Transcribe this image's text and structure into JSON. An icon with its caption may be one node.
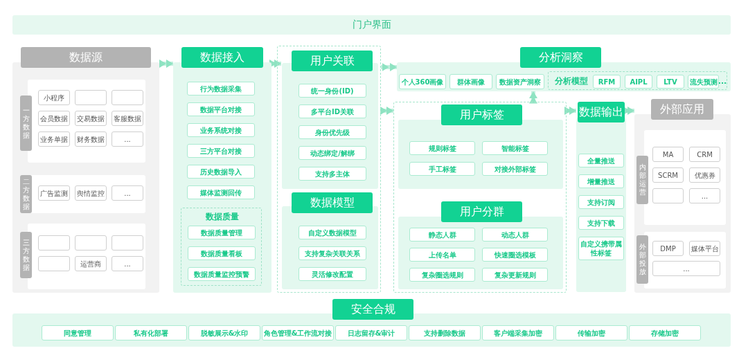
{
  "diagram": {
    "nodes": [
      {
        "text": [
          "门户界面"
        ]
      },
      {
        "text": [
          "数据源"
        ]
      },
      {
        "text": [
          "一方数据"
        ],
        "in": 1
      },
      {
        "text": [
          "小程序"
        ],
        "in": 2
      },
      {
        "text": [],
        "shape": "box",
        "in": 2
      },
      {
        "text": [],
        "shape": "box",
        "in": 2
      },
      {
        "text": [
          "会员数据"
        ],
        "in": 2
      },
      {
        "text": [
          "交易数据"
        ],
        "in": 2
      },
      {
        "text": [
          "客服数据"
        ],
        "in": 2
      },
      {
        "text": [
          "业务单据"
        ],
        "in": 2
      },
      {
        "text": [
          "财务数据"
        ],
        "in": 2
      },
      {
        "text": [
          "..."
        ],
        "in": 2
      },
      {
        "text": [
          "二方数据"
        ],
        "in": 1
      },
      {
        "text": [
          "广告监测"
        ],
        "in": 12
      },
      {
        "text": [
          "舆情监控"
        ],
        "in": 12
      },
      {
        "text": [
          "..."
        ],
        "in": 12
      },
      {
        "text": [
          "三方数据"
        ],
        "in": 1
      },
      {
        "text": [],
        "shape": "box",
        "in": 16
      },
      {
        "text": [],
        "shape": "box",
        "in": 16
      },
      {
        "text": [],
        "shape": "box",
        "in": 16
      },
      {
        "text": [],
        "shape": "box",
        "in": 16
      },
      {
        "text": [
          "运营商"
        ],
        "in": 16
      },
      {
        "text": [
          "..."
        ],
        "in": 16
      },
      {
        "text": [
          "数据接入"
        ]
      },
      {
        "text": [
          "行为数据采集"
        ],
        "in": 23
      },
      {
        "text": [
          "数据平台对接"
        ],
        "in": 23
      },
      {
        "text": [
          "业务系统对接"
        ],
        "in": 23
      },
      {
        "text": [
          "三方平台对接"
        ],
        "in": 23
      },
      {
        "text": [
          "历史数据导入"
        ],
        "in": 23
      },
      {
        "text": [
          "媒体监测回传"
        ],
        "in": 23
      },
      {
        "text": [
          "数据质量"
        ],
        "in": 23
      },
      {
        "text": [
          "数据质量管理"
        ],
        "in": 30
      },
      {
        "text": [
          "数据质量看板"
        ],
        "in": 30
      },
      {
        "text": [
          "数据质量监控预警"
        ],
        "in": 30
      },
      {
        "text": [],
        "shape": "box"
      },
      {
        "text": [
          "用户关联"
        ],
        "in": 34
      },
      {
        "text": [
          "统一身份(ID)"
        ],
        "in": 35
      },
      {
        "text": [
          "多平台ID关联"
        ],
        "in": 35
      },
      {
        "text": [
          "身份优先级"
        ],
        "in": 35
      },
      {
        "text": [
          "动态绑定/解绑"
        ],
        "in": 35
      },
      {
        "text": [
          "支持多主体"
        ],
        "in": 35
      },
      {
        "text": [
          "数据模型"
        ],
        "in": 34
      },
      {
        "text": [
          "自定义数据模型"
        ],
        "in": 41
      },
      {
        "text": [
          "支持复杂关联关系"
        ],
        "in": 41
      },
      {
        "text": [
          "灵活修改配置"
        ],
        "in": 41
      },
      {
        "text": [
          "分析洞察"
        ]
      },
      {
        "text": [
          "个人360画像"
        ],
        "in": 45
      },
      {
        "text": [
          "群体画像"
        ],
        "in": 45
      },
      {
        "text": [
          "数据资产洞察"
        ],
        "in": 45
      },
      {
        "text": [
          "分析模型",
          "..."
        ],
        "in": 45
      },
      {
        "text": [
          "RFM"
        ],
        "in": 49
      },
      {
        "text": [
          "AIPL"
        ],
        "in": 49
      },
      {
        "text": [
          "LTV"
        ],
        "in": 49
      },
      {
        "text": [
          "流失预测"
        ],
        "in": 49
      },
      {
        "text": [],
        "shape": "box"
      },
      {
        "text": [
          "用户标签"
        ],
        "in": 54
      },
      {
        "text": [
          "规则标签"
        ],
        "in": 55
      },
      {
        "text": [
          "智能标签"
        ],
        "in": 55
      },
      {
        "text": [
          "手工标签"
        ],
        "in": 55
      },
      {
        "text": [
          "对接外部标签"
        ],
        "in": 55
      },
      {
        "text": [
          "用户分群"
        ],
        "in": 54
      },
      {
        "text": [
          "静态人群"
        ],
        "in": 60
      },
      {
        "text": [
          "动态人群"
        ],
        "in": 60
      },
      {
        "text": [
          "上传名单"
        ],
        "in": 60
      },
      {
        "text": [
          "快速圈选模板"
        ],
        "in": 60
      },
      {
        "text": [
          "复杂圈选规则"
        ],
        "in": 60
      },
      {
        "text": [
          "复杂更新规则"
        ],
        "in": 60
      },
      {
        "text": [
          "数据输出"
        ]
      },
      {
        "text": [
          "全量推送"
        ],
        "in": 67
      },
      {
        "text": [
          "增量推送"
        ],
        "in": 67
      },
      {
        "text": [
          "支持订阅"
        ],
        "in": 67
      },
      {
        "text": [
          "支持下载"
        ],
        "in": 67
      },
      {
        "text": [
          "自定义携带属性标签"
        ],
        "in": 67
      },
      {
        "text": [
          "外部应用"
        ]
      },
      {
        "text": [
          "内部运营"
        ],
        "in": 73
      },
      {
        "text": [
          "MA"
        ],
        "in": 74
      },
      {
        "text": [
          "CRM"
        ],
        "in": 74
      },
      {
        "text": [
          "SCRM"
        ],
        "in": 74
      },
      {
        "text": [
          "优惠券"
        ],
        "in": 74
      },
      {
        "text": [],
        "shape": "box",
        "in": 74
      },
      {
        "text": [
          "..."
        ],
        "in": 74
      },
      {
        "text": [
          "外部投放"
        ],
        "in": 73
      },
      {
        "text": [
          "DMP"
        ],
        "in": 81
      },
      {
        "text": [
          "媒体平台"
        ],
        "in": 81
      },
      {
        "text": [
          "..."
        ],
        "in": 81
      },
      {
        "text": [
          "安全合规"
        ]
      },
      {
        "text": [
          "同意管理"
        ],
        "in": 85
      },
      {
        "text": [
          "私有化部署"
        ],
        "in": 85
      },
      {
        "text": [
          "脱敏展示&水印"
        ],
        "in": 85
      },
      {
        "text": [
          "角色管理&工作流对接"
        ],
        "in": 85
      },
      {
        "text": [
          "日志留存&审计"
        ],
        "in": 85
      },
      {
        "text": [
          "支持删除数据"
        ],
        "in": 85
      },
      {
        "text": [
          "客户端采集加密"
        ],
        "in": 85
      },
      {
        "text": [
          "传输加密"
        ],
        "in": 85
      },
      {
        "text": [
          "存储加密"
        ],
        "in": 85
      }
    ],
    "edges": [
      {
        "from": 1,
        "to": 23,
        "arrow": "to"
      },
      {
        "from": 23,
        "to": 35,
        "arrow": "to"
      },
      {
        "from": 34,
        "to": 45,
        "arrow": "to"
      },
      {
        "from": 34,
        "to": 54,
        "arrow": "to"
      },
      {
        "from": 54,
        "to": 67,
        "arrow": "to"
      },
      {
        "from": 67,
        "to": 73,
        "arrow": "to"
      },
      {
        "from": 54,
        "to": 45,
        "arrow": "to"
      }
    ]
  }
}
